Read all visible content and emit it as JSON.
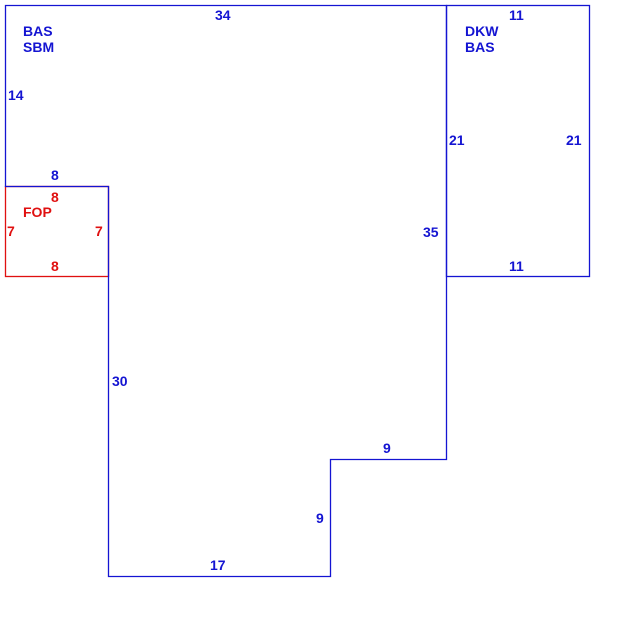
{
  "colors": {
    "main": "#1414d2",
    "porch": "#e01010"
  },
  "areas": {
    "main": {
      "codes": [
        "BAS",
        "SBM"
      ],
      "dims": {
        "top": "34",
        "left_upper": "14",
        "step_top": "8",
        "left_lower": "30",
        "bottom": "17",
        "notch_vertical": "9",
        "notch_horizontal": "9",
        "right": "35"
      }
    },
    "porch": {
      "code": "FOP",
      "dims": {
        "top": "8",
        "left": "7",
        "right": "7",
        "bottom": "8"
      }
    },
    "deck": {
      "codes": [
        "DKW",
        "BAS"
      ],
      "dims": {
        "top": "11",
        "left": "21",
        "right": "21",
        "bottom": "11"
      }
    }
  }
}
